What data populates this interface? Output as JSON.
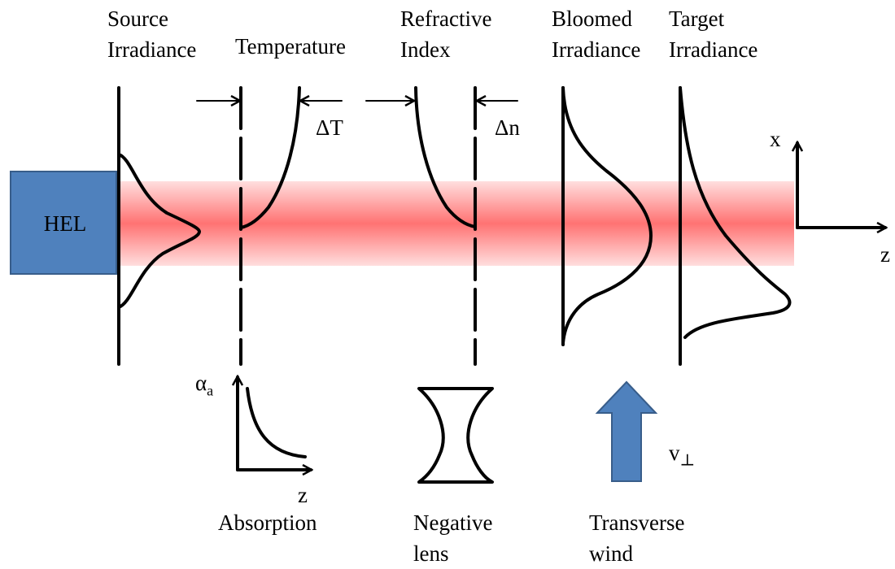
{
  "labels": {
    "source_irradiance": [
      "Source",
      "Irradiance"
    ],
    "temperature": "Temperature",
    "refractive_index": [
      "Refractive",
      "Index"
    ],
    "bloomed_irradiance": [
      "Bloomed",
      "Irradiance"
    ],
    "target_irradiance": [
      "Target",
      "Irradiance"
    ],
    "delta_t": "ΔT",
    "delta_n": "Δn",
    "hel": "HEL",
    "axis_x": "x",
    "axis_z": "z",
    "alpha": "α",
    "alpha_sub": "a",
    "absorption_z": "z",
    "absorption": "Absorption",
    "negative_lens": [
      "Negative",
      "lens"
    ],
    "transverse_wind": [
      "Transverse",
      "wind"
    ],
    "v": "v",
    "v_sub": "⊥"
  },
  "colors": {
    "beam": "#ff6b6b",
    "hel_fill": "#4f81bd",
    "hel_border": "#385d8a",
    "wind_arrow": "#4f81bd",
    "line": "#000000"
  }
}
